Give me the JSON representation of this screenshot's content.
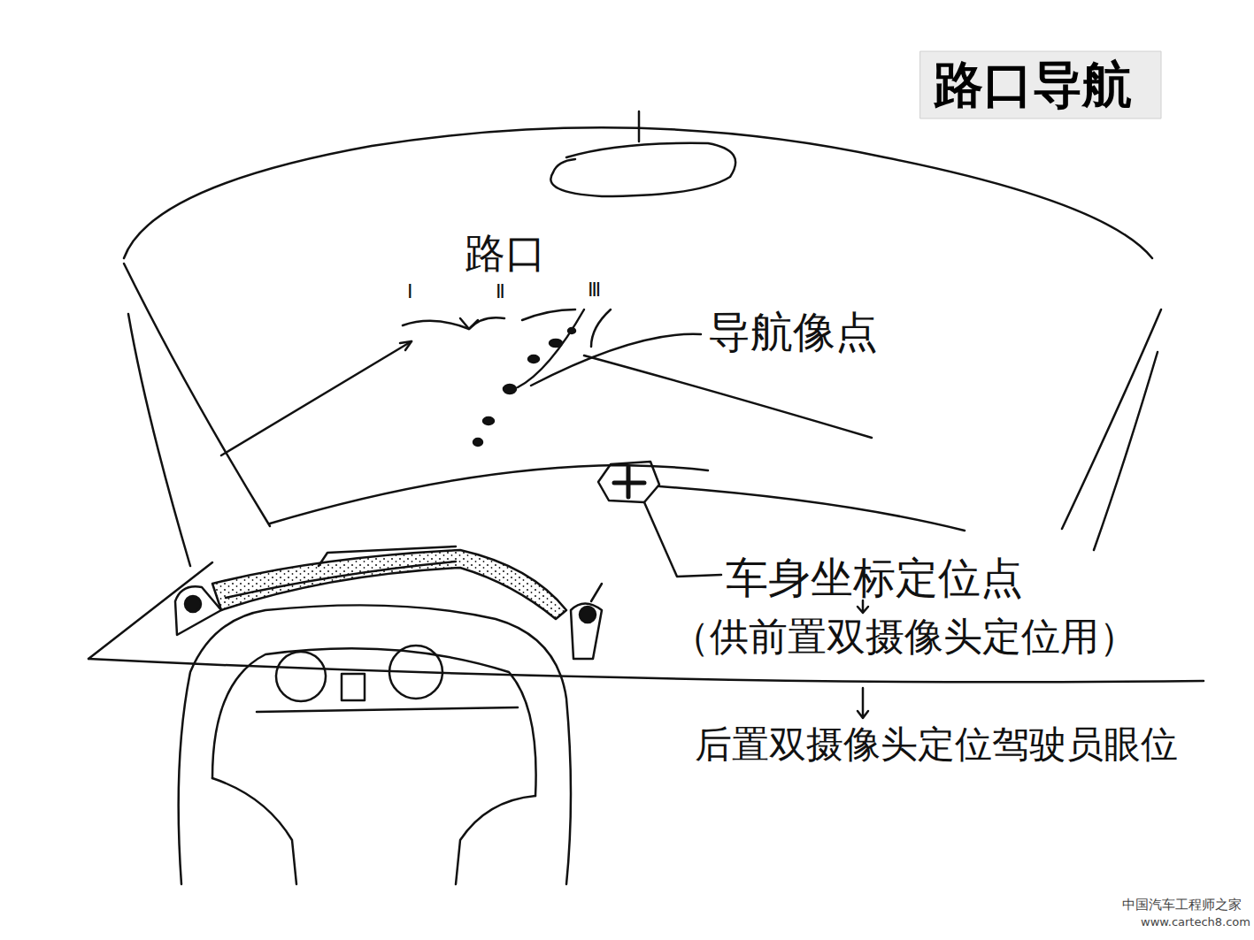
{
  "diagram": {
    "title": "路口导航",
    "labels": [
      "路口",
      "Ⅰ",
      "Ⅱ",
      "Ⅲ",
      "导航像点",
      "车身坐标定位点",
      "（供前置双摄像头定位用）",
      "后置双摄像头定位驾驶员眼位",
      "中国汽车工程师之家",
      "www.cartech8.com"
    ]
  }
}
